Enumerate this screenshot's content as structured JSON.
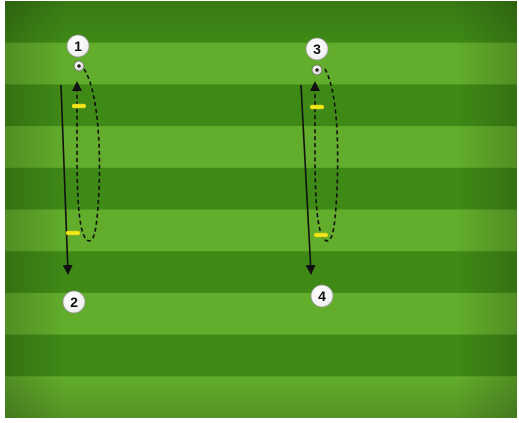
{
  "pitch": {
    "stripe_light": "#62ad2b",
    "stripe_dark": "#3f8a16",
    "stripe_count": 10
  },
  "colors": {
    "marker": "#f2e81a",
    "path": "#111111",
    "badge_fill": "#ffffff",
    "badge_text": "#111111"
  },
  "icons": {
    "ball": "soccer-ball-icon",
    "marker": "cone-marker-icon"
  },
  "players": [
    {
      "number": "1"
    },
    {
      "number": "2"
    },
    {
      "number": "3"
    },
    {
      "number": "4"
    }
  ]
}
